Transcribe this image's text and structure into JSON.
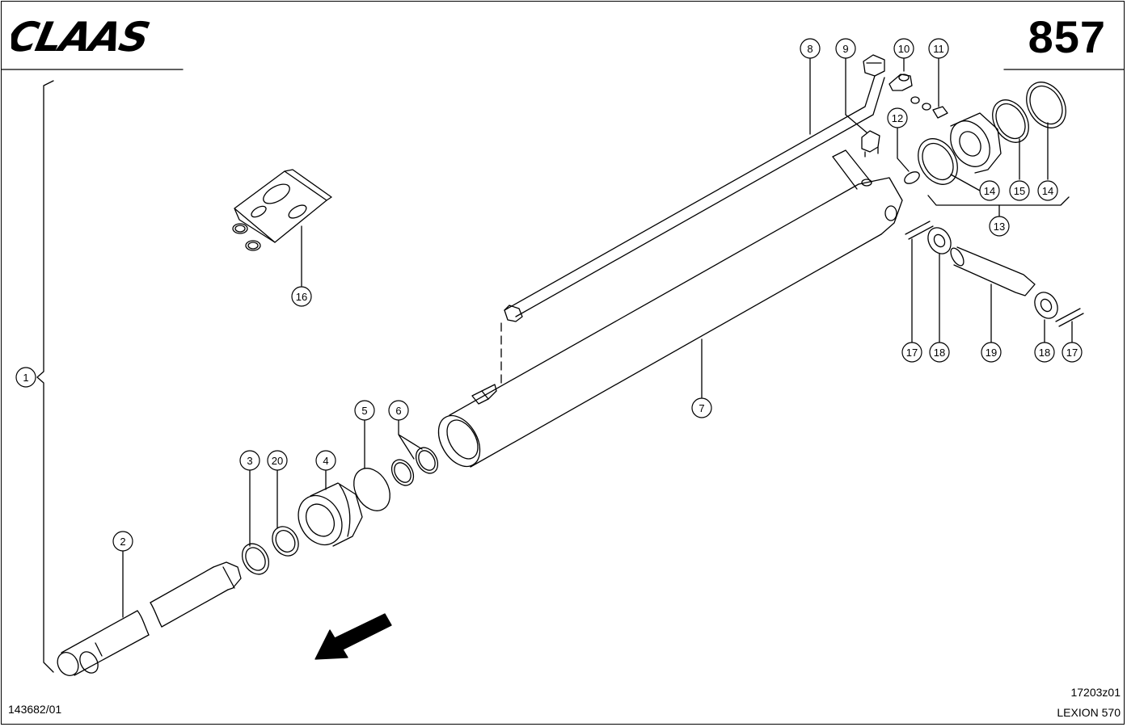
{
  "brand": {
    "logo_text": "CLAAS"
  },
  "page_number": "857",
  "footer": {
    "left_code": "143682/01",
    "drawing_code": "17203z01",
    "model": "LEXION 570"
  },
  "callouts": [
    {
      "id": "c1",
      "label": "1"
    },
    {
      "id": "c2",
      "label": "2"
    },
    {
      "id": "c3",
      "label": "3"
    },
    {
      "id": "c20",
      "label": "20"
    },
    {
      "id": "c4",
      "label": "4"
    },
    {
      "id": "c5",
      "label": "5"
    },
    {
      "id": "c6",
      "label": "6"
    },
    {
      "id": "c7",
      "label": "7"
    },
    {
      "id": "c8",
      "label": "8"
    },
    {
      "id": "c9",
      "label": "9"
    },
    {
      "id": "c10",
      "label": "10"
    },
    {
      "id": "c11",
      "label": "11"
    },
    {
      "id": "c12",
      "label": "12"
    },
    {
      "id": "c14a",
      "label": "14"
    },
    {
      "id": "c15",
      "label": "15"
    },
    {
      "id": "c14b",
      "label": "14"
    },
    {
      "id": "c13",
      "label": "13"
    },
    {
      "id": "c16",
      "label": "16"
    },
    {
      "id": "c17a",
      "label": "17"
    },
    {
      "id": "c18a",
      "label": "18"
    },
    {
      "id": "c19",
      "label": "19"
    },
    {
      "id": "c18b",
      "label": "18"
    },
    {
      "id": "c17b",
      "label": "17"
    }
  ]
}
